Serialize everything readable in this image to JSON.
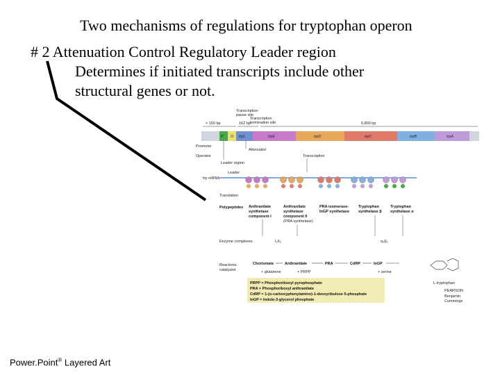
{
  "slide": {
    "title": "Two mechanisms of regulations for tryptophan operon",
    "subtitle": "# 2  Attenuation Control Regulatory Leader region",
    "body_line1": "Determines if initiated transcripts include other",
    "body_line2": "structural genes or not.",
    "footer_main": "Power.Point",
    "footer_sup": "®",
    "footer_tail": " Layered Art"
  },
  "figure": {
    "top_labels": {
      "transcription_pause_site": [
        "Transcription",
        "pause site"
      ],
      "transcription_termination_site": [
        "Transcription",
        "termination site"
      ],
      "len_150": "< 150 bp",
      "len_162": "162 bp",
      "len_6800": "6,800 bp"
    },
    "genes": {
      "ptrp": "P",
      "o": "O",
      "trpl": "trpL",
      "trpE": "trpE",
      "trpD": "trpD",
      "trpC": "trpC",
      "trpB": "trpB",
      "trpA": "trpA"
    },
    "gene_colors": [
      "#4aa84a",
      "#e8e070",
      "#6f8fcf",
      "#c77bc7",
      "#e8a85c",
      "#e07a6a",
      "#7fb0e0",
      "#c09bd9"
    ],
    "left_labels": {
      "promoter": "Promoter",
      "operator": "Operator",
      "leader_region": "Leader region",
      "leader": "Leader",
      "trp_mrna": "trp mRNA",
      "translation": "Translation",
      "polypeptides": "Polypeptides",
      "enzyme_complexes": "Enzyme complexes",
      "reactions": [
        "Reactions",
        "catalyzed"
      ],
      "attenuator": "Attenuator",
      "transcription": "Transcription"
    },
    "polypeptides": [
      [
        "Anthranilate",
        "synthetase",
        "component I"
      ],
      [
        "Anthranilate",
        "synthetase",
        "component II",
        "(PRA synthetase)"
      ],
      [
        "PRA isomerase-",
        "InGP synthetase"
      ],
      [
        "Tryptophan",
        "synthetase β"
      ],
      [
        "Tryptophan",
        "synthetase α"
      ]
    ],
    "complexes": [
      "I₂II₂",
      "α₂β₂"
    ],
    "pathway": [
      "Chorismate",
      "Anthranilate",
      "PRA",
      "CdRP",
      "InGP",
      "L-tryptophan"
    ],
    "cofactors": [
      "+ glutamine",
      "+ PRPP",
      "+ serine"
    ],
    "legend": [
      "PRPP = Phosphoribosyl pyrophosphate",
      "PRA = Phosphoribosyl anthranilate",
      "CdRP = 1-(o-carboxyphenylamino)-1-deoxyribulose 5-phosphate",
      "InGP = Indole-3-glycerol phosphate"
    ],
    "publisher": [
      "PEARSON",
      "Benjamin",
      "Cummings"
    ]
  }
}
